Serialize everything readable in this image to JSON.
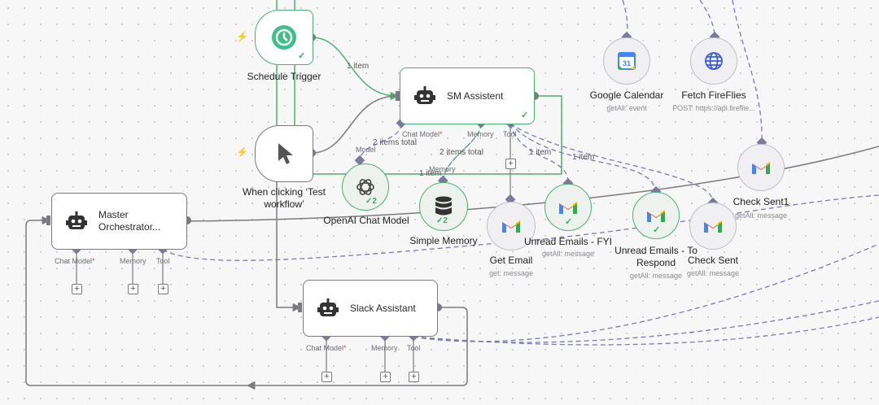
{
  "nodes": {
    "schedule_trigger": {
      "title": "Schedule Trigger"
    },
    "manual_trigger": {
      "title": "When clicking ‘Test workflow’"
    },
    "sm_assistent": {
      "title": "SM Assistent"
    },
    "master_orchestrator": {
      "title": "Master Orchestrator..."
    },
    "slack_assistant": {
      "title": "Slack Assistant"
    },
    "openai_chat_model": {
      "title": "OpenAI Chat Model",
      "count": "2"
    },
    "simple_memory": {
      "title": "Simple Memory",
      "count": "2"
    },
    "google_calendar": {
      "title": "Google Calendar",
      "subtitle": "getAll: event"
    },
    "fetch_fireflies": {
      "title": "Fetch FireFlies",
      "subtitle": "POST: https://api.fireflie..."
    },
    "check_sent1": {
      "title": "Check Sent1",
      "subtitle": "getAll: message"
    },
    "get_email": {
      "title": "Get Email",
      "subtitle": "get: message"
    },
    "unread_fyi": {
      "title": "Unread Emails - FYI",
      "subtitle": "getAll: message"
    },
    "unread_respond": {
      "title": "Unread Emails - To Respond",
      "subtitle": "getAll: message"
    },
    "check_sent": {
      "title": "Check Sent",
      "subtitle": "getAll: message"
    }
  },
  "ports": {
    "chat_model": "Chat Model",
    "required_mark": "*",
    "memory": "Memory",
    "tool": "Tool",
    "model": "Model"
  },
  "connection_labels": {
    "sched_to_sm": "1 item",
    "model_total": "2 items total",
    "memory_total": "2 items total",
    "memory_item": "1 item",
    "tool_item_a": "1 item",
    "tool_item_b": "1 item"
  },
  "colors": {
    "success": "#4caf71",
    "port": "#7a7a9a",
    "ai_wire": "#7a7ab0"
  },
  "icons": [
    "clock-icon",
    "cursor-icon",
    "robot-icon",
    "openai-icon",
    "database-icon",
    "google-calendar-icon",
    "globe-icon",
    "gmail-icon",
    "bolt-icon",
    "check-icon",
    "plus-icon"
  ]
}
